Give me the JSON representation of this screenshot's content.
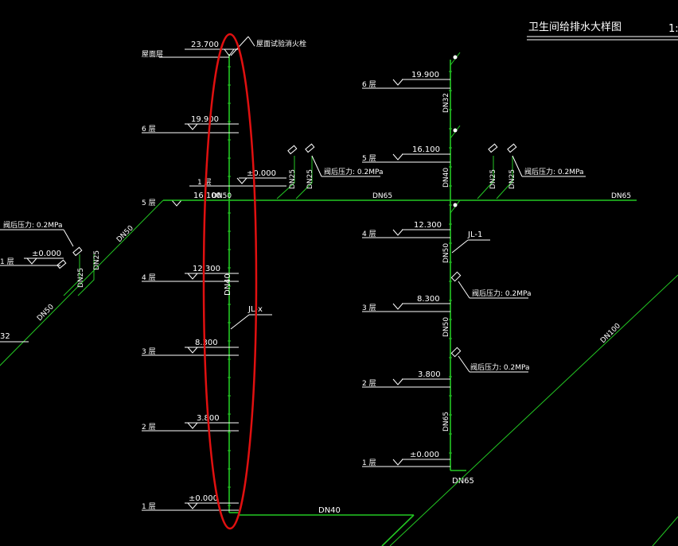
{
  "title": "卫生间给排水大样图",
  "title_suffix": "1:",
  "left_riser": {
    "id": "JL-x",
    "diameter": "DN40",
    "top_note": "屋面试验消火栓",
    "floors": [
      {
        "name": "屋面层",
        "elev": "23.700"
      },
      {
        "name": "6 层",
        "elev": "19.900"
      },
      {
        "name": "5 层",
        "elev": "16.100"
      },
      {
        "name": "4 层",
        "elev": "12.300"
      },
      {
        "name": "3 层",
        "elev": "8.300"
      },
      {
        "name": "2 层",
        "elev": "3.800"
      },
      {
        "name": "1 层",
        "elev": "±0.000"
      }
    ],
    "branch_level": "1 层",
    "branch_elev": "±0.000",
    "branch_diams": [
      "DN25",
      "DN25"
    ],
    "branch_pressure": "阀后压力:  0.2MPa",
    "main_horizontal": "DN50",
    "bottom_pipe": "DN40"
  },
  "right_riser": {
    "id": "JL-1",
    "floors": [
      {
        "name": "6 层",
        "elev": "19.900"
      },
      {
        "name": "5 层",
        "elev": "16.100"
      },
      {
        "name": "4 层",
        "elev": "12.300"
      },
      {
        "name": "3 层",
        "elev": "8.300"
      },
      {
        "name": "2 层",
        "elev": "3.800"
      },
      {
        "name": "1 层",
        "elev": "±0.000"
      }
    ],
    "segment_diams": [
      "DN32",
      "DN40",
      "DN50",
      "DN50",
      "DN65"
    ],
    "bottom_diam": "DN65",
    "branch_diams": [
      "DN25",
      "DN25"
    ],
    "pressures": [
      "阀后压力:  0.2MPa",
      "阀后压力:  0.2MPa",
      "阀后压力:  0.2MPa"
    ],
    "horizontal_pipe": "DN65",
    "right_pipe": "DN65",
    "diag_pipe": "DN100"
  },
  "left_fragment": {
    "pressure": "阀后压力:  0.2MPa",
    "elev": "±0.000",
    "floor": "1 层",
    "diams": [
      "DN25",
      "DN25",
      "DN50",
      "DN50"
    ],
    "edge_label": "32"
  },
  "colors": {
    "background": "#000000",
    "pipe": "#23c823",
    "text": "#ffffff",
    "highlight": "#e01010"
  }
}
